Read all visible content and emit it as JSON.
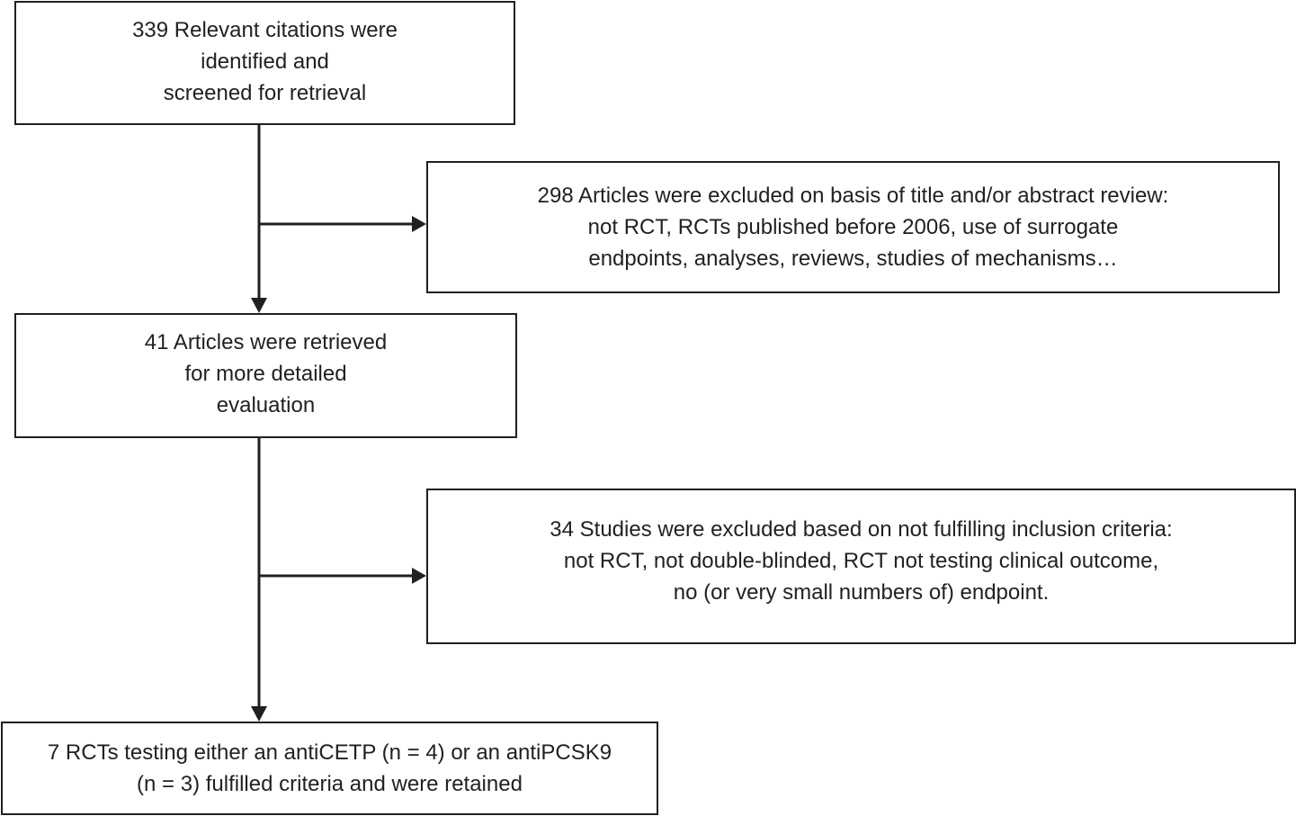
{
  "flowchart": {
    "identified": {
      "lines": [
        "339 Relevant citations were",
        "identified and",
        "screened for retrieval"
      ]
    },
    "excluded_title_abstract": {
      "lines": [
        "298 Articles were excluded on basis of title and/or abstract review:",
        "not RCT, RCTs published before 2006, use of surrogate",
        "endpoints, analyses, reviews, studies of mechanisms…"
      ]
    },
    "retrieved": {
      "lines": [
        "41 Articles were retrieved",
        "for more detailed",
        "evaluation"
      ]
    },
    "excluded_inclusion": {
      "lines": [
        "34 Studies were excluded based on not fulfilling inclusion criteria:",
        "not RCT, not double-blinded, RCT not testing clinical outcome,",
        "no (or very small numbers of) endpoint."
      ]
    },
    "retained": {
      "lines": [
        "7 RCTs testing either an antiCETP (n = 4) or an antiPCSK9",
        "(n = 3) fulfilled criteria and were retained"
      ]
    }
  },
  "colors": {
    "stroke": "#231f20",
    "background": "#ffffff"
  }
}
